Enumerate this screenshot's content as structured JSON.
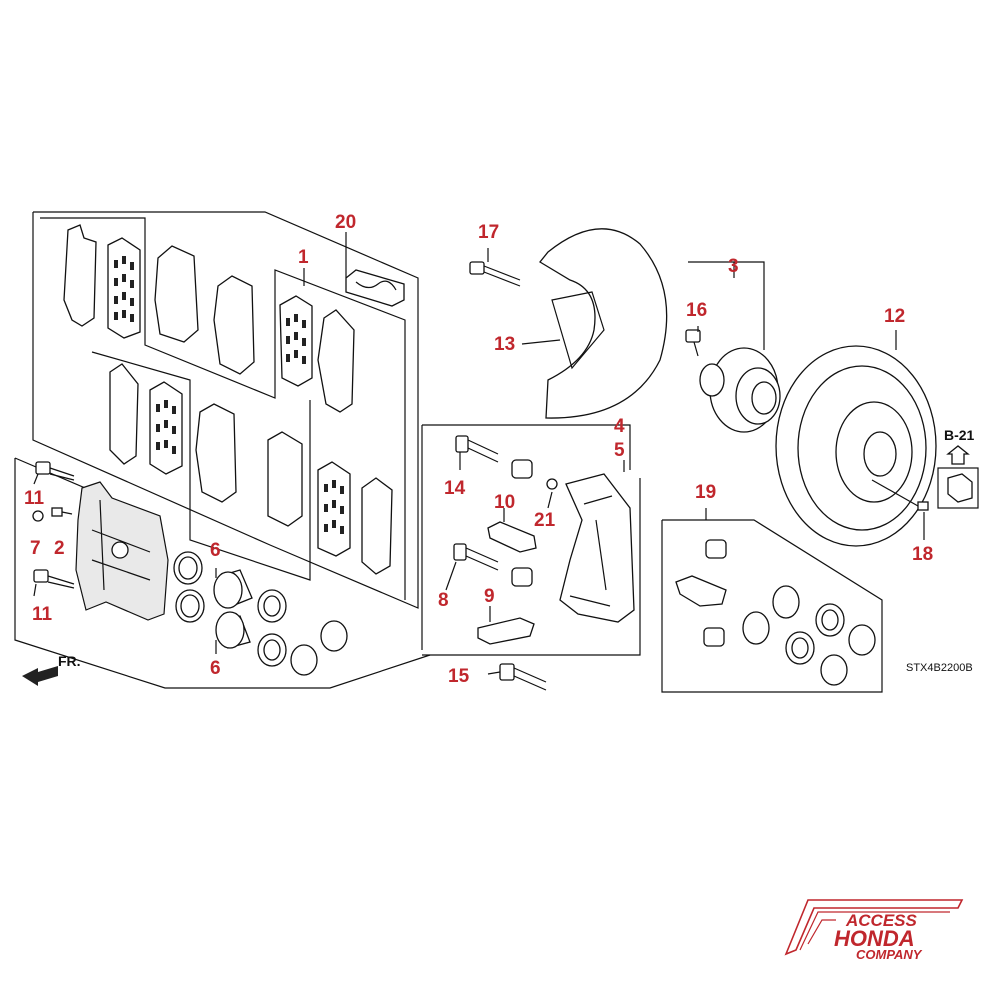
{
  "diagram": {
    "callouts": {
      "c1": "1",
      "c2": "2",
      "c3": "3",
      "c4": "4",
      "c5": "5",
      "c6a": "6",
      "c6b": "6",
      "c7": "7",
      "c8": "8",
      "c9": "9",
      "c10": "10",
      "c11a": "11",
      "c11b": "11",
      "c12": "12",
      "c13": "13",
      "c14": "14",
      "c15": "15",
      "c16": "16",
      "c17": "17",
      "c18": "18",
      "c19": "19",
      "c20": "20",
      "c21": "21"
    },
    "reference_label": "B-21",
    "front_label": "FR.",
    "drawing_code": "STX4B2200B"
  },
  "logo": {
    "line1": "ACCESS",
    "line2": "HONDA",
    "line3": "COMPANY",
    "color": "#c0272d"
  }
}
